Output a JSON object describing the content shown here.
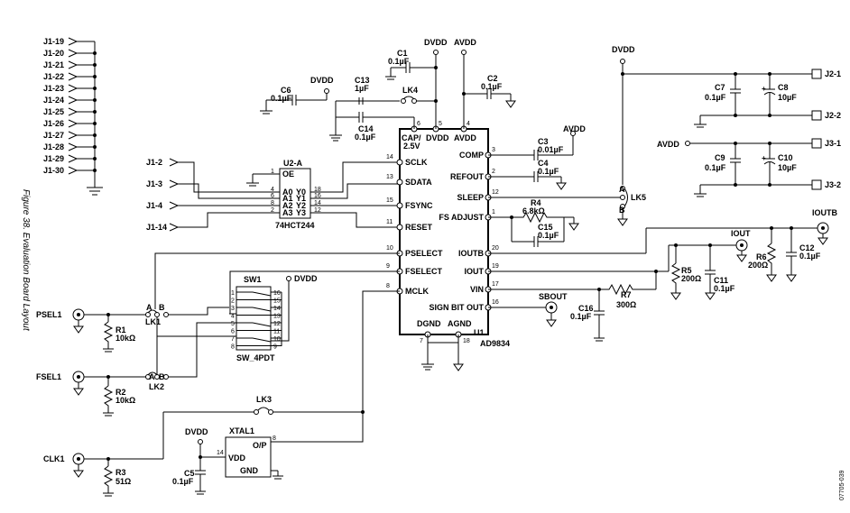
{
  "side_caption": "Figure 38. Evaluation Board Layout",
  "doc_code": "07705-039",
  "connector_j1": [
    "J1-19",
    "J1-20",
    "J1-21",
    "J1-22",
    "J1-23",
    "J1-24",
    "J1-25",
    "J1-26",
    "J1-27",
    "J1-28",
    "J1-29",
    "J1-30"
  ],
  "j1_inputs": [
    "J1-2",
    "J1-3",
    "J1-4",
    "J1-14"
  ],
  "u2": {
    "name": "U2-A",
    "part": "74HCT244",
    "left_pins": [
      {
        "num": "1",
        "name": "OE"
      },
      {
        "num": "4",
        "name": "A0"
      },
      {
        "num": "6",
        "name": "A1"
      },
      {
        "num": "8",
        "name": "A2"
      },
      {
        "num": "2",
        "name": "A3"
      }
    ],
    "right_pins": [
      {
        "num": "18",
        "name": "Y0"
      },
      {
        "num": "16",
        "name": "Y1"
      },
      {
        "num": "14",
        "name": "Y2"
      },
      {
        "num": "12",
        "name": "Y3"
      }
    ]
  },
  "u1": {
    "name": "U1",
    "part": "AD9834",
    "top_pins": [
      {
        "num": "6",
        "name": "CAP/ 2.5V"
      },
      {
        "num": "5",
        "name": "DVDD"
      },
      {
        "num": "4",
        "name": "AVDD"
      }
    ],
    "left_pins": [
      {
        "num": "14",
        "name": "SCLK"
      },
      {
        "num": "13",
        "name": "SDATA"
      },
      {
        "num": "15",
        "name": "FSYNC"
      },
      {
        "num": "11",
        "name": "RESET"
      },
      {
        "num": "10",
        "name": "PSELECT"
      },
      {
        "num": "9",
        "name": "FSELECT"
      },
      {
        "num": "8",
        "name": "MCLK"
      }
    ],
    "right_pins": [
      {
        "num": "3",
        "name": "COMP"
      },
      {
        "num": "2",
        "name": "REFOUT"
      },
      {
        "num": "12",
        "name": "SLEEP"
      },
      {
        "num": "1",
        "name": "FS ADJUST"
      },
      {
        "num": "20",
        "name": "IOUTB"
      },
      {
        "num": "19",
        "name": "IOUT"
      },
      {
        "num": "17",
        "name": "VIN"
      },
      {
        "num": "16",
        "name": "SIGN BIT OUT"
      }
    ],
    "bottom_pins": [
      {
        "num": "7",
        "name": "DGND"
      },
      {
        "num": "18",
        "name": "AGND"
      }
    ]
  },
  "rails": {
    "dvdd": "DVDD",
    "avdd": "AVDD"
  },
  "caps": {
    "c1": {
      "name": "C1",
      "value": "0.1µF"
    },
    "c2": {
      "name": "C2",
      "value": "0.1µF"
    },
    "c3": {
      "name": "C3",
      "value": "0.01µF"
    },
    "c4": {
      "name": "C4",
      "value": "0.1µF"
    },
    "c5": {
      "name": "C5",
      "value": "0.1µF"
    },
    "c6": {
      "name": "C6",
      "value": "0.1µF"
    },
    "c7": {
      "name": "C7",
      "value": "0.1µF"
    },
    "c8": {
      "name": "C8",
      "value": "10µF"
    },
    "c9": {
      "name": "C9",
      "value": "0.1µF"
    },
    "c10": {
      "name": "C10",
      "value": "10µF"
    },
    "c11": {
      "name": "C11",
      "value": "0.1µF"
    },
    "c12": {
      "name": "C12",
      "value": "0.1µF"
    },
    "c13": {
      "name": "C13",
      "value": "1µF"
    },
    "c14": {
      "name": "C14",
      "value": "0.1µF"
    },
    "c15": {
      "name": "C15",
      "value": "0.1µF"
    },
    "c16": {
      "name": "C16",
      "value": "0.1µF"
    }
  },
  "resistors": {
    "r1": {
      "name": "R1",
      "value": "10kΩ"
    },
    "r2": {
      "name": "R2",
      "value": "10kΩ"
    },
    "r3": {
      "name": "R3",
      "value": "51Ω"
    },
    "r4": {
      "name": "R4",
      "value": "6.8kΩ"
    },
    "r5": {
      "name": "R5",
      "value": "200Ω"
    },
    "r6": {
      "name": "R6",
      "value": "200Ω"
    },
    "r7": {
      "name": "R7",
      "value": "300Ω"
    }
  },
  "links": {
    "lk1": "LK1",
    "lk2": "LK2",
    "lk3": "LK3",
    "lk4": "LK4",
    "lk5": "LK5",
    "a": "A",
    "b": "B"
  },
  "connectors": {
    "psel1": "PSEL1",
    "fsel1": "FSEL1",
    "clk1": "CLK1",
    "sbout": "SBOUT",
    "iout": "IOUT",
    "ioutb": "IOUTB"
  },
  "j2j3": [
    "J2-1",
    "J2-2",
    "J3-1",
    "J3-2"
  ],
  "sw1": {
    "name": "SW1",
    "part": "SW_4PDT",
    "left_pins": [
      "1",
      "2",
      "3",
      "4",
      "5",
      "6",
      "7",
      "8"
    ],
    "right_pins": [
      "16",
      "15",
      "14",
      "13",
      "12",
      "11",
      "10",
      "9"
    ]
  },
  "xtal1": {
    "name": "XTAL1",
    "vdd": "VDD",
    "op": "O/P",
    "gnd": "GND",
    "pin_vdd": "14",
    "pin_op": "8"
  }
}
